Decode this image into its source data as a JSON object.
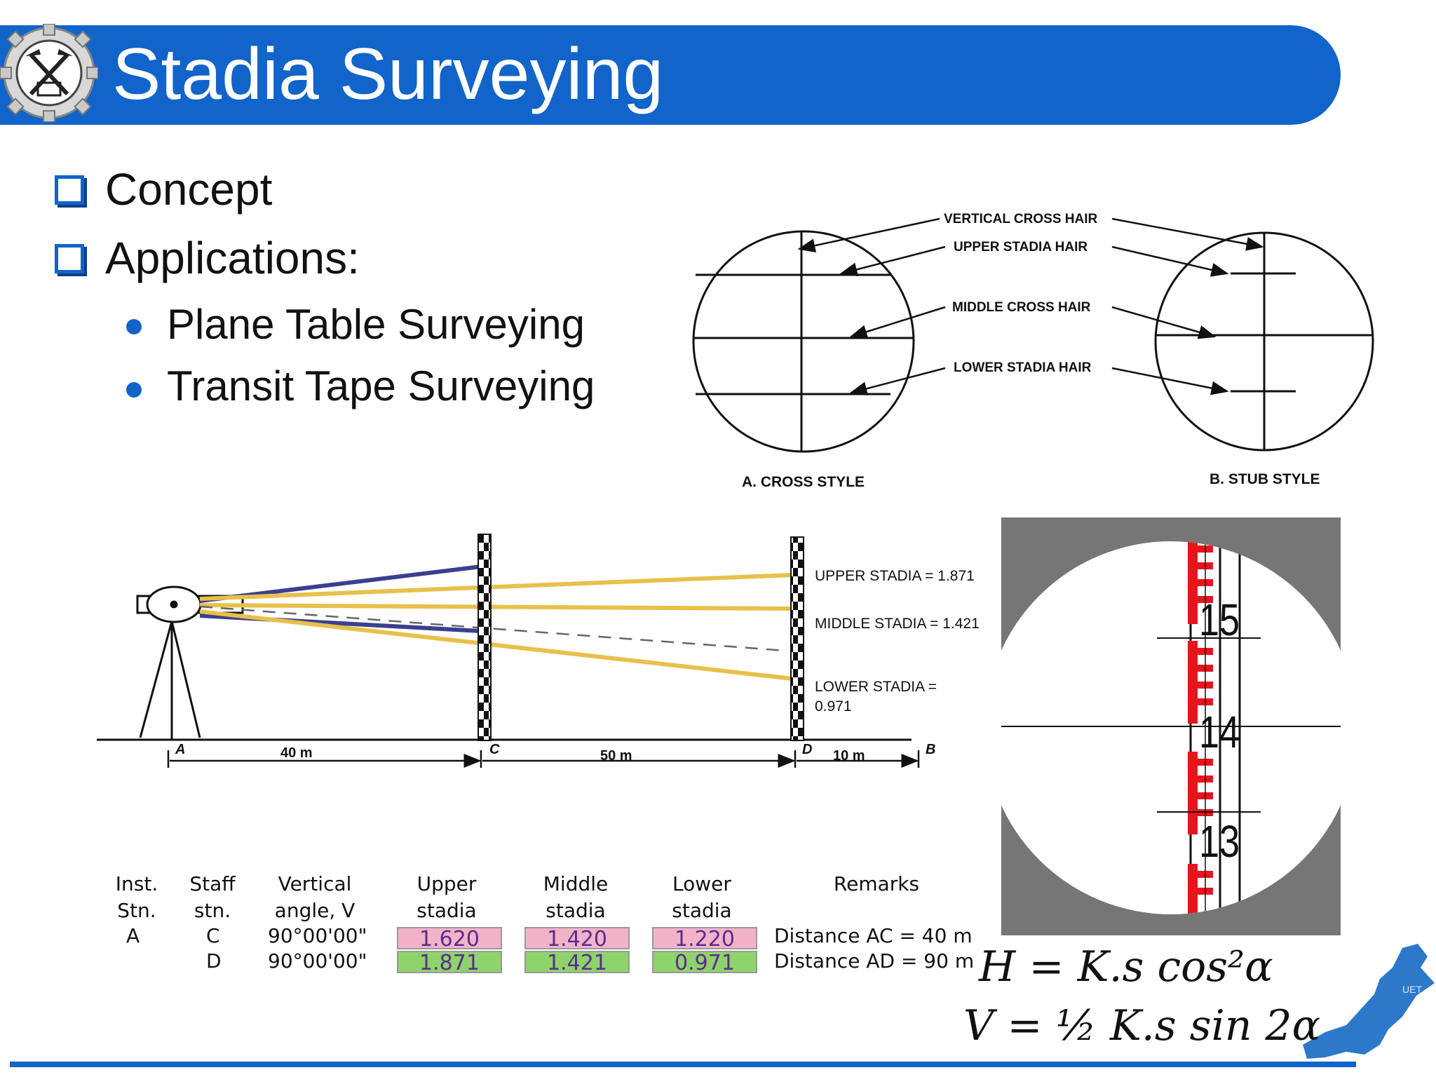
{
  "title": "Stadia Surveying",
  "bullets": [
    {
      "text": "Concept"
    },
    {
      "text": "Applications:",
      "sub": [
        "Plane Table Surveying",
        "Transit Tape Surveying"
      ]
    }
  ],
  "crosshair_diagram": {
    "labels": [
      "VERTICAL CROSS HAIR",
      "UPPER STADIA HAIR",
      "MIDDLE CROSS HAIR",
      "LOWER STADIA HAIR"
    ],
    "caption_a": "A. CROSS STYLE",
    "caption_b": "B. STUB STYLE"
  },
  "stadia_diagram": {
    "upper": "UPPER STADIA = 1.871",
    "middle": "MIDDLE STADIA = 1.421",
    "lower_1": "LOWER STADIA =",
    "lower_2": "0.971",
    "points": [
      "A",
      "C",
      "D",
      "B"
    ],
    "dist_ac": "40 m",
    "dist_cd": "50 m",
    "dist_db": "10 m"
  },
  "table": {
    "headers": [
      [
        "Inst.",
        "Stn."
      ],
      [
        "Staff",
        "stn."
      ],
      [
        "Vertical",
        "angle, V"
      ],
      [
        "Upper",
        "stadia"
      ],
      [
        "Middle",
        "stadia"
      ],
      [
        "Lower",
        "stadia"
      ],
      [
        "Remarks"
      ]
    ],
    "rows": [
      {
        "inst": "A",
        "staff": "C",
        "angle": "90°00'00\"",
        "upper": "1.620",
        "middle": "1.420",
        "lower": "1.220",
        "remark": "Distance AC = 40 m"
      },
      {
        "inst": "",
        "staff": "D",
        "angle": "90°00'00\"",
        "upper": "1.871",
        "middle": "1.421",
        "lower": "0.971",
        "remark": "Distance AD = 90 m"
      }
    ]
  },
  "rod_view": {
    "numbers": [
      "15",
      "14",
      "13"
    ]
  },
  "formulas": {
    "h": "H = K.s cos²α",
    "v": "V = ½ K.s sin 2α"
  },
  "map_label": "UET",
  "colors": {
    "accent": "#1164c9",
    "rod_red": "#e8141c",
    "sight_yellow": "#e8c04a",
    "sight_blue": "#3c3f8f"
  }
}
